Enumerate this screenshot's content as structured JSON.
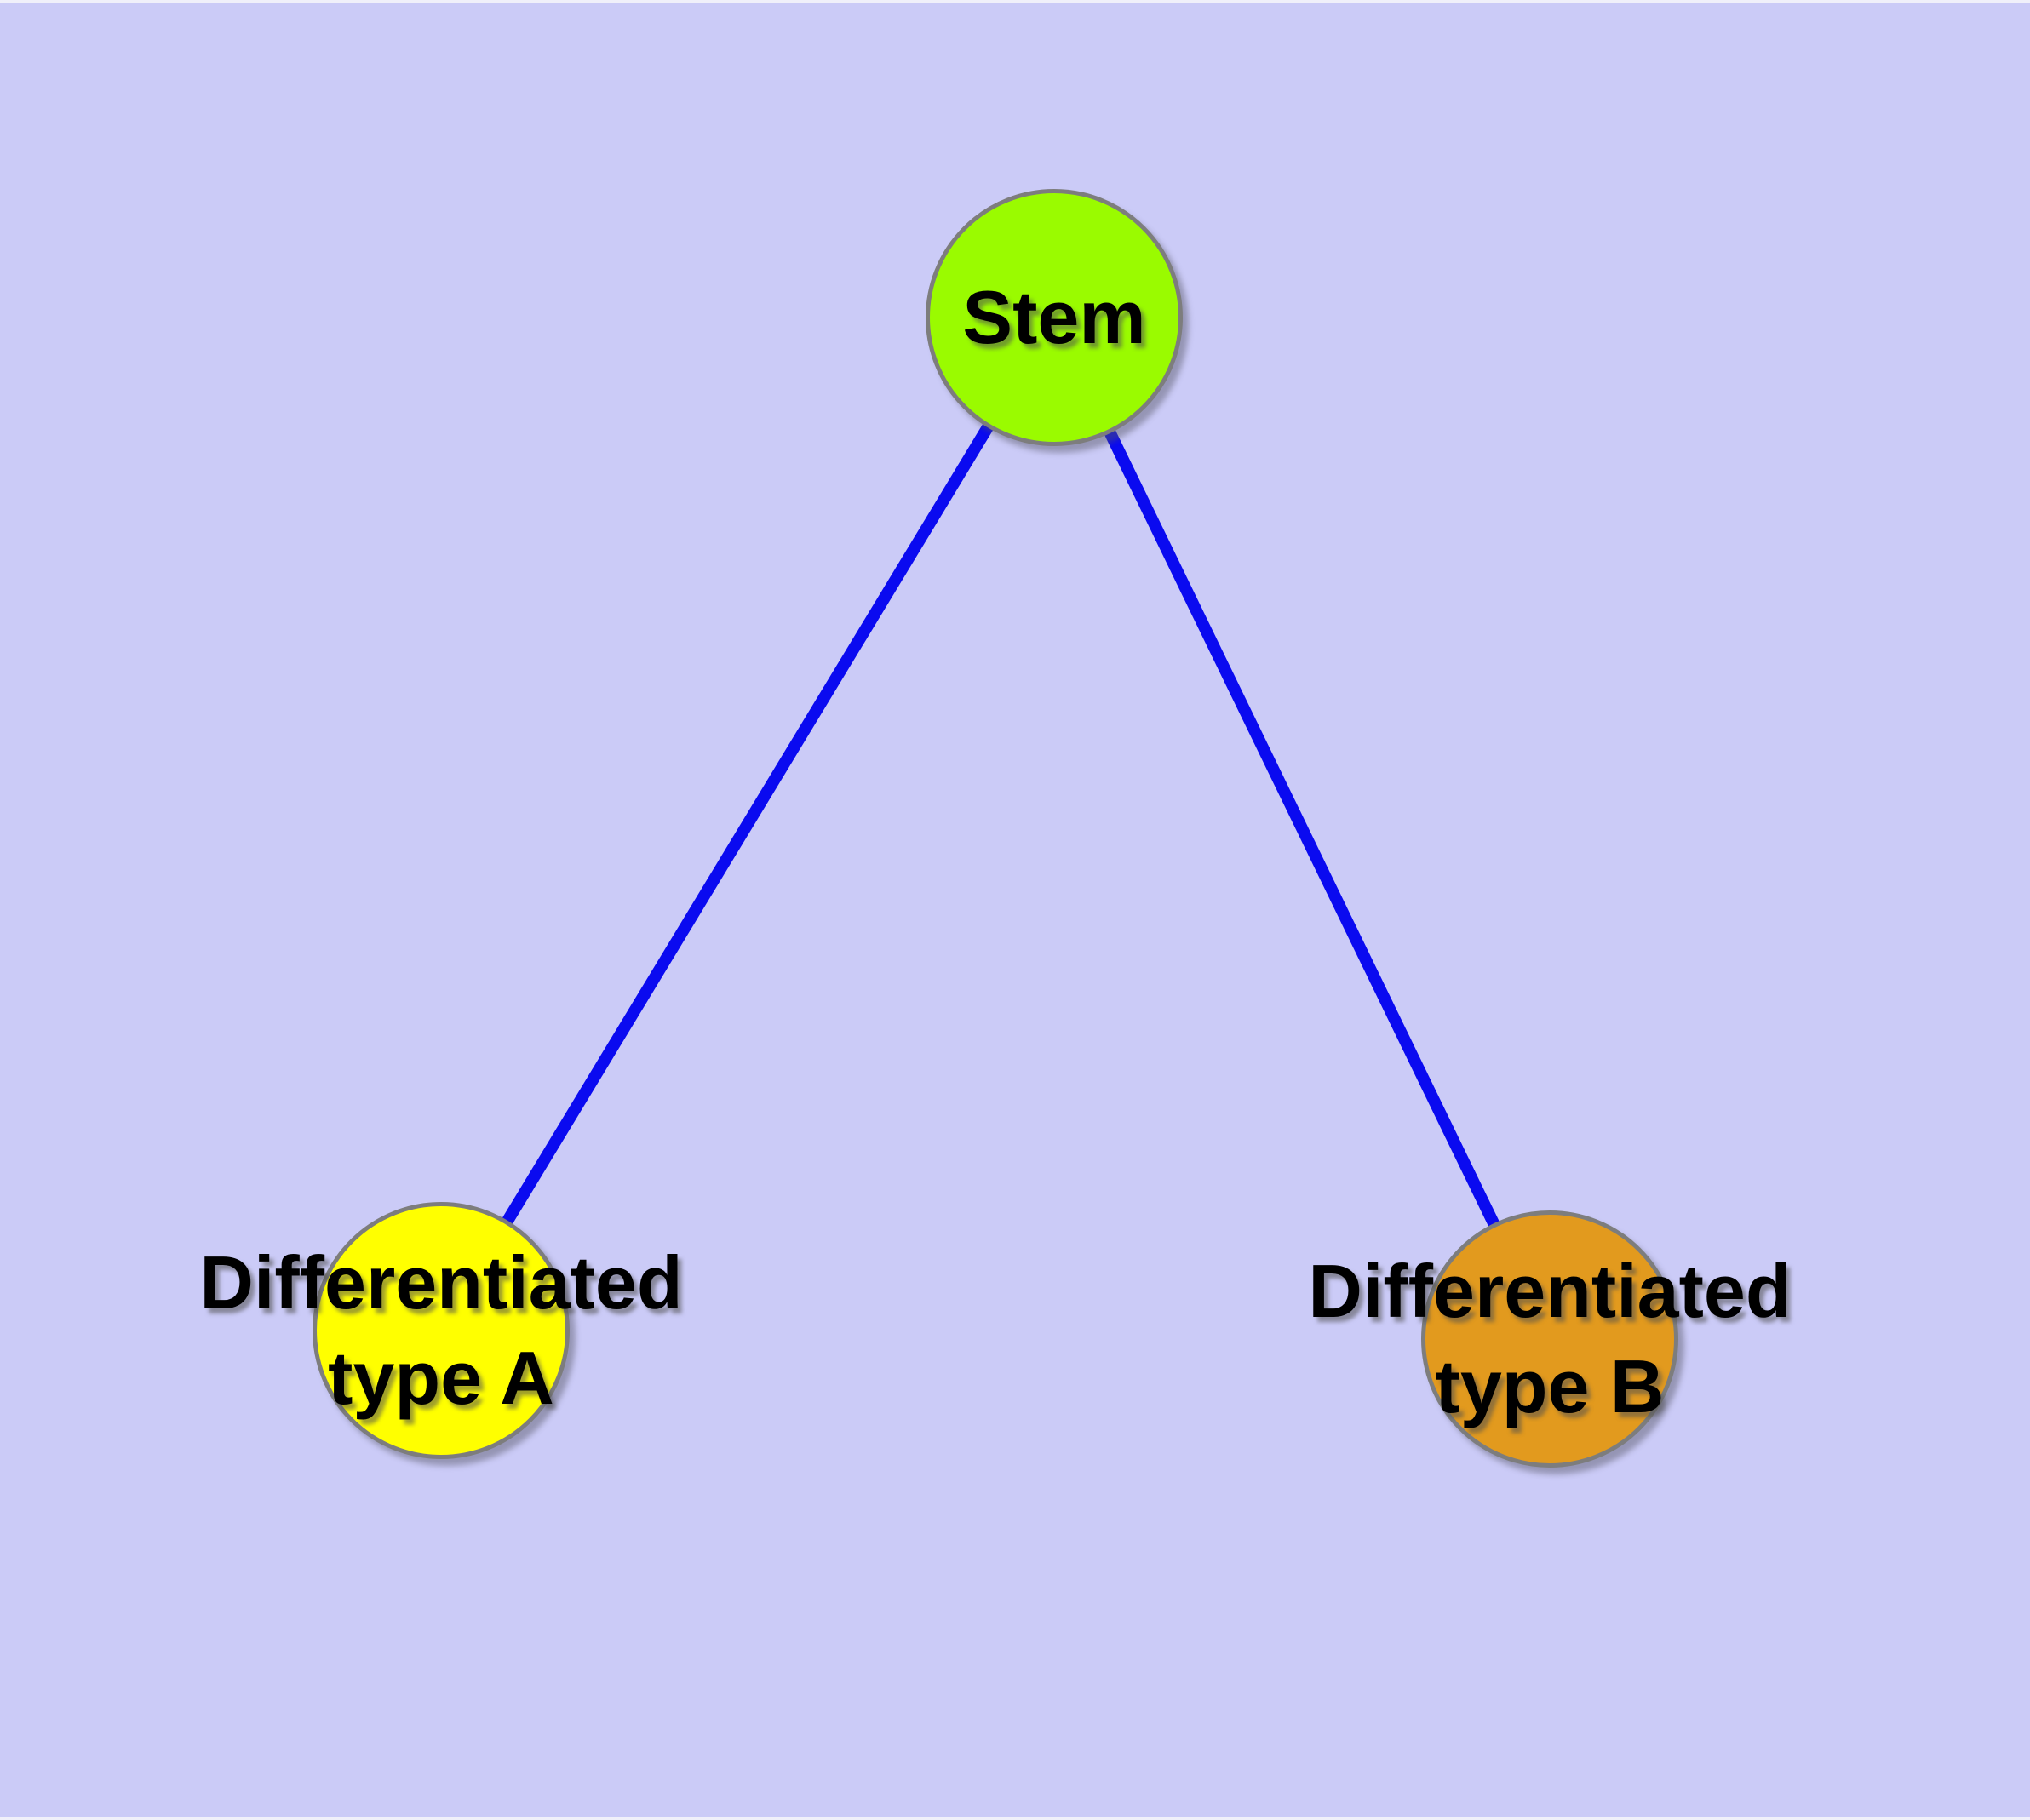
{
  "diagram": {
    "description": "Cell differentiation graph: a stem node with two differentiated child types",
    "background_color": "#CBCBF7",
    "edge_color": "#0A0AF0",
    "node_border_color": "#7D7D7D",
    "label_color": "#000000",
    "nodes": [
      {
        "id": "stem",
        "label": "Stem",
        "fill": "#9AFB00"
      },
      {
        "id": "type-a",
        "label": "Differentiated\ntype A",
        "fill": "#FFFF00"
      },
      {
        "id": "type-b",
        "label": "Differentiated\ntype B",
        "fill": "#E29A1E"
      }
    ],
    "edges": [
      {
        "from": "stem",
        "to": "type-a"
      },
      {
        "from": "stem",
        "to": "type-b"
      }
    ]
  }
}
